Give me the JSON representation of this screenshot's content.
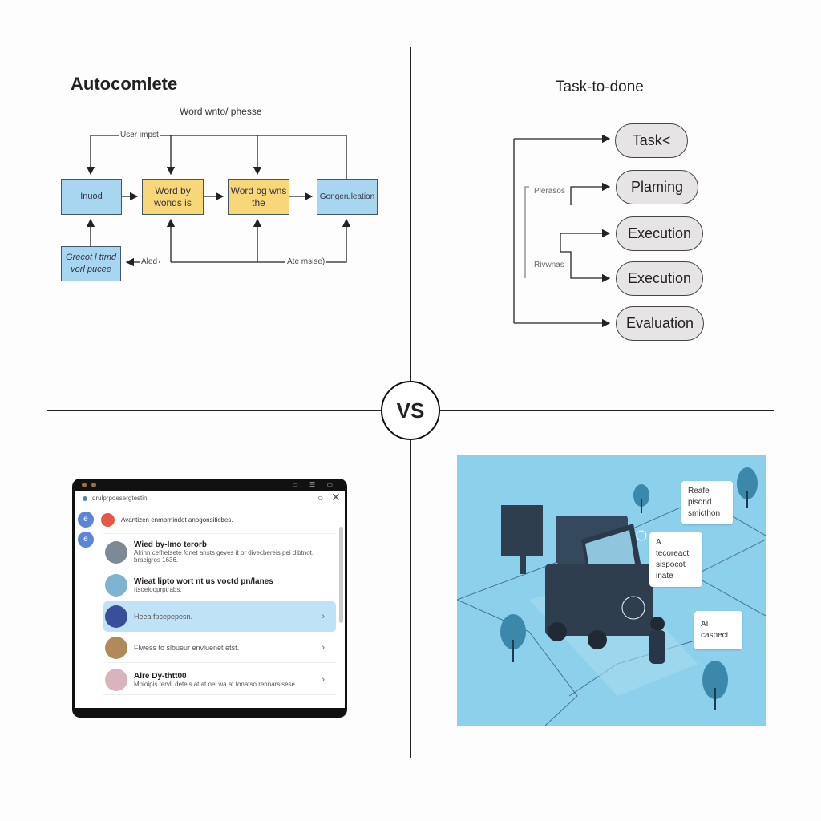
{
  "autocomplete": {
    "title": "Autocomlete",
    "subtitle": "Word wnto/ phesse",
    "label_user_input": "User impst",
    "label_aled": "Aled",
    "label_ate": "Ate msise)",
    "boxes": [
      "Inuod",
      "Word by wonds is",
      "Word bg wns the",
      "Gongeruleation",
      "Grecot l ttmd vorl pucee"
    ],
    "colors": {
      "blue": "#a8d6f1",
      "yellow": "#f8d778"
    }
  },
  "task": {
    "title": "Task-to-done",
    "label_phases": "Plerasos",
    "label_reviews": "Rivwnas",
    "steps": [
      "Task<",
      "Plaming",
      "Execution",
      "Execution",
      "Evaluation"
    ]
  },
  "vs_label": "VS",
  "window": {
    "header": "drulprpoesergtestin",
    "prompt": "Avantizen enmprnindot anogonsiticbes.",
    "items": [
      {
        "title": "Wied by-Imo terorb",
        "text": "Alrinn cefhetsete fonet ansts geves it or divecbereis pei dibtnot. bracigros 1636.",
        "chevron": false
      },
      {
        "title": "Wieat lipto wort nt us voctd pn/lanes",
        "text": "Itsoelooprptrabs.",
        "chevron": false
      },
      {
        "title": "",
        "text": "Heea fpcepepesn.",
        "chevron": true,
        "selected": true
      },
      {
        "title": "",
        "text": "Flwess to slbueur envluenet etst.",
        "chevron": true
      },
      {
        "title": "Alre Dy-thtt00",
        "text": "Mhioipis.tervl. deteis at at oel wa at tonatso rennarslsese.",
        "chevron": true
      }
    ],
    "accent": "#c0e2f6"
  },
  "scene": {
    "bubbles": [
      "Reafe pisond smicthon",
      "A tecoreact sispocot inate",
      "AI caspect"
    ],
    "bg": "#8dd0ec"
  }
}
